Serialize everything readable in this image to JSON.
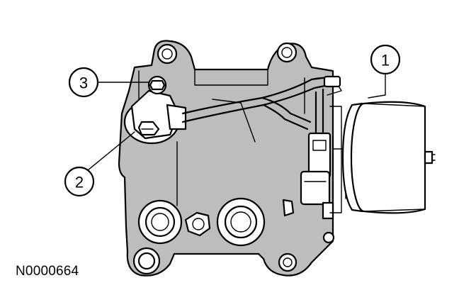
{
  "figure_id": "N0000664",
  "callouts": [
    {
      "label": "1"
    },
    {
      "label": "2"
    },
    {
      "label": "3"
    }
  ]
}
